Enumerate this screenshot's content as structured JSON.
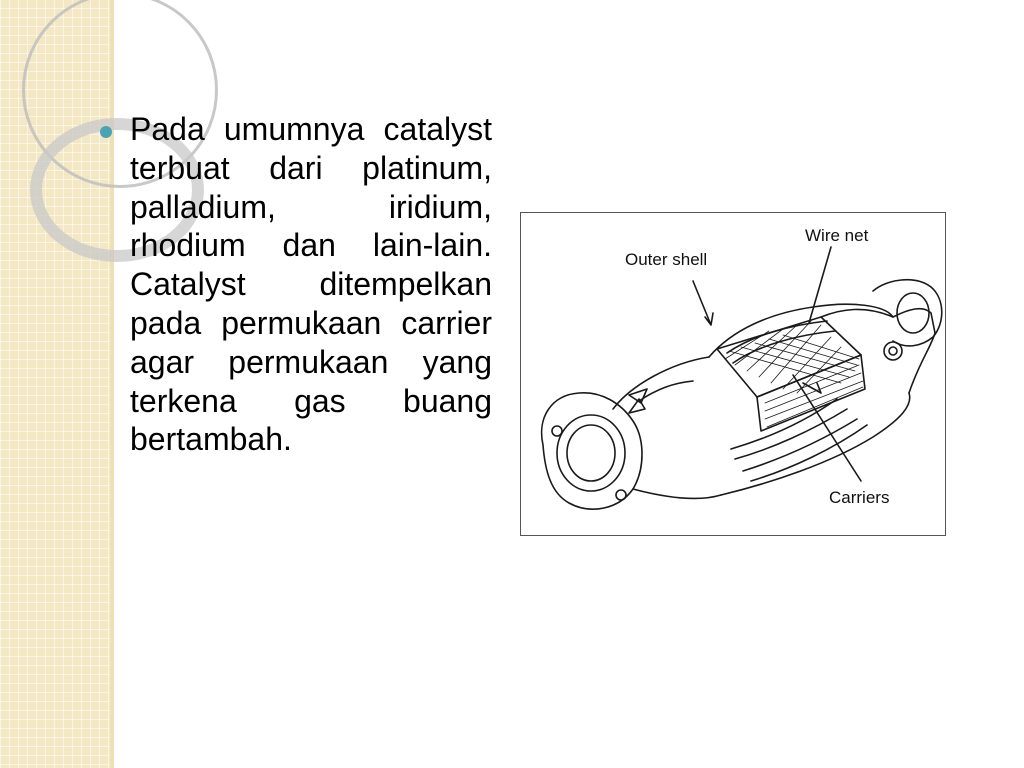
{
  "slide": {
    "bullet_text": "Pada umumnya catalyst terbuat dari platinum, palladium, iridium, rhodium dan lain-lain. Catalyst ditempelkan pada permukaan carrier agar permukaan yang terkena gas buang bertambah.",
    "bullet_color": "#4aa2b5",
    "sidebar_color": "#f4e7c3"
  },
  "figure": {
    "labels": {
      "outer_shell": "Outer shell",
      "wire_net": "Wire net",
      "carriers": "Carriers"
    }
  }
}
